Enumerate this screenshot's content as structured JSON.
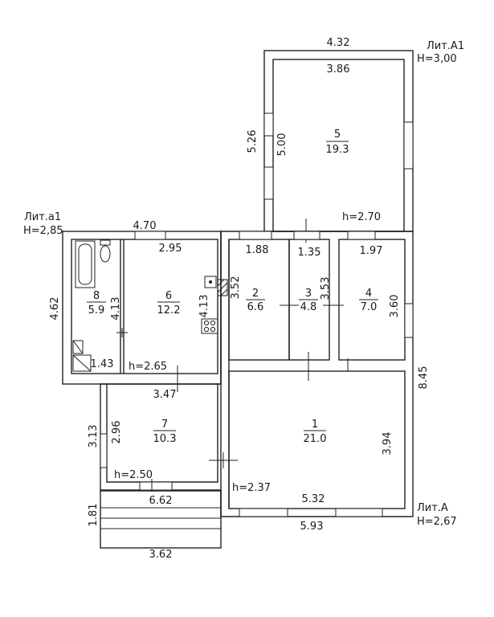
{
  "blocks": {
    "a1": {
      "name": "Лит.А1",
      "height": "H=3,00"
    },
    "small_a1": {
      "name": "Лит.а1",
      "height": "H=2,85"
    },
    "a": {
      "name": "Лит.А",
      "height": "H=2,67"
    }
  },
  "rooms": [
    {
      "num": "1",
      "area": "21.0"
    },
    {
      "num": "2",
      "area": "6.6"
    },
    {
      "num": "3",
      "area": "4.8"
    },
    {
      "num": "4",
      "area": "7.0"
    },
    {
      "num": "5",
      "area": "19.3"
    },
    {
      "num": "6",
      "area": "12.2"
    },
    {
      "num": "7",
      "area": "10.3"
    },
    {
      "num": "8",
      "area": "5.9"
    }
  ],
  "heights": {
    "room5": "h=2.70",
    "room6": "h=2.65",
    "room7": "h=2.50",
    "room1": "h=2.37"
  },
  "dims": {
    "a1_outer_w": "4.32",
    "a1_inner_w": "3.86",
    "a1_outer_h": "5.26",
    "a1_inner_h": "5.00",
    "a1s_outer_w": "4.70",
    "a1s_outer_h": "4.62",
    "r6_w": "2.95",
    "r6_h": "4.13",
    "r8_h": "4.13",
    "r8_w": "1.43",
    "r2_w": "1.88",
    "r2_h": "3.52",
    "r3_w": "1.35",
    "r3_h": "3.53",
    "r4_w": "1.97",
    "r4_h": "3.60",
    "a_outer_h": "8.45",
    "r7_w": "3.47",
    "r7_outer_h": "3.13",
    "r7_h": "2.96",
    "r1_h": "3.94",
    "r1_w": "5.32",
    "a_inner_w": "6.62",
    "a_outer_w": "5.93",
    "porch_h": "1.81",
    "porch_w": "3.62"
  }
}
